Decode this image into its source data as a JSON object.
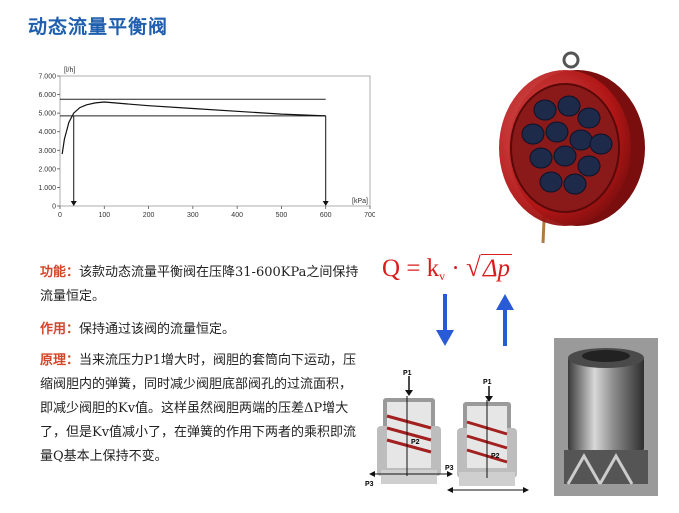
{
  "title": "动态流量平衡阀",
  "chart_data": {
    "type": "line",
    "title": "",
    "xlabel": "[kPa]",
    "ylabel": "[l/h]",
    "xlim": [
      0,
      700
    ],
    "ylim": [
      0,
      7000
    ],
    "x_ticks": [
      "0",
      "100",
      "200",
      "300",
      "400",
      "500",
      "600",
      "700"
    ],
    "y_ticks": [
      "0",
      "1.000",
      "2.000",
      "3.000",
      "4.000",
      "5.000",
      "6.000",
      "7.000"
    ],
    "grid": false,
    "series": [
      {
        "name": "",
        "x": [
          5,
          10,
          20,
          31,
          45,
          60,
          80,
          100,
          150,
          200,
          300,
          400,
          500,
          600
        ],
        "y": [
          2800,
          3600,
          4500,
          5000,
          5300,
          5450,
          5550,
          5600,
          5500,
          5400,
          5250,
          5100,
          4950,
          4850
        ]
      }
    ],
    "reference_lines": {
      "upper_y": 5750,
      "lower_y": 4850
    },
    "markers_x": [
      31,
      600
    ]
  },
  "function": {
    "label": "功能：",
    "text": "该款动态流量平衡阀在压降31-600KPa之间保持流量恒定。"
  },
  "purpose": {
    "label": "作用：",
    "text": "保持通过该阀的流量恒定。"
  },
  "principle": {
    "label": "原理：",
    "text": "当来流压力P1增大时，阀胆的套筒向下运动，压缩阀胆内的弹簧，同时减少阀胆底部阀孔的过流面积，即减少阀胆的Kv值。这样虽然阀胆两端的压差ΔP增大了，但是Kv值减小了，在弹簧的作用下两者的乘积即流量Q基本上保持不变。"
  },
  "formula": {
    "q": "Q",
    "eq": "=",
    "k": "k",
    "sub": "v",
    "dot": "·",
    "dp": "Δp"
  },
  "diagram": {
    "p1": "P1",
    "p2": "P2",
    "p3": "P3"
  },
  "colors": {
    "title": "#1f5fae",
    "label": "#d4462b",
    "formula": "#d91d1d",
    "arrow": "#2a5bd7"
  }
}
